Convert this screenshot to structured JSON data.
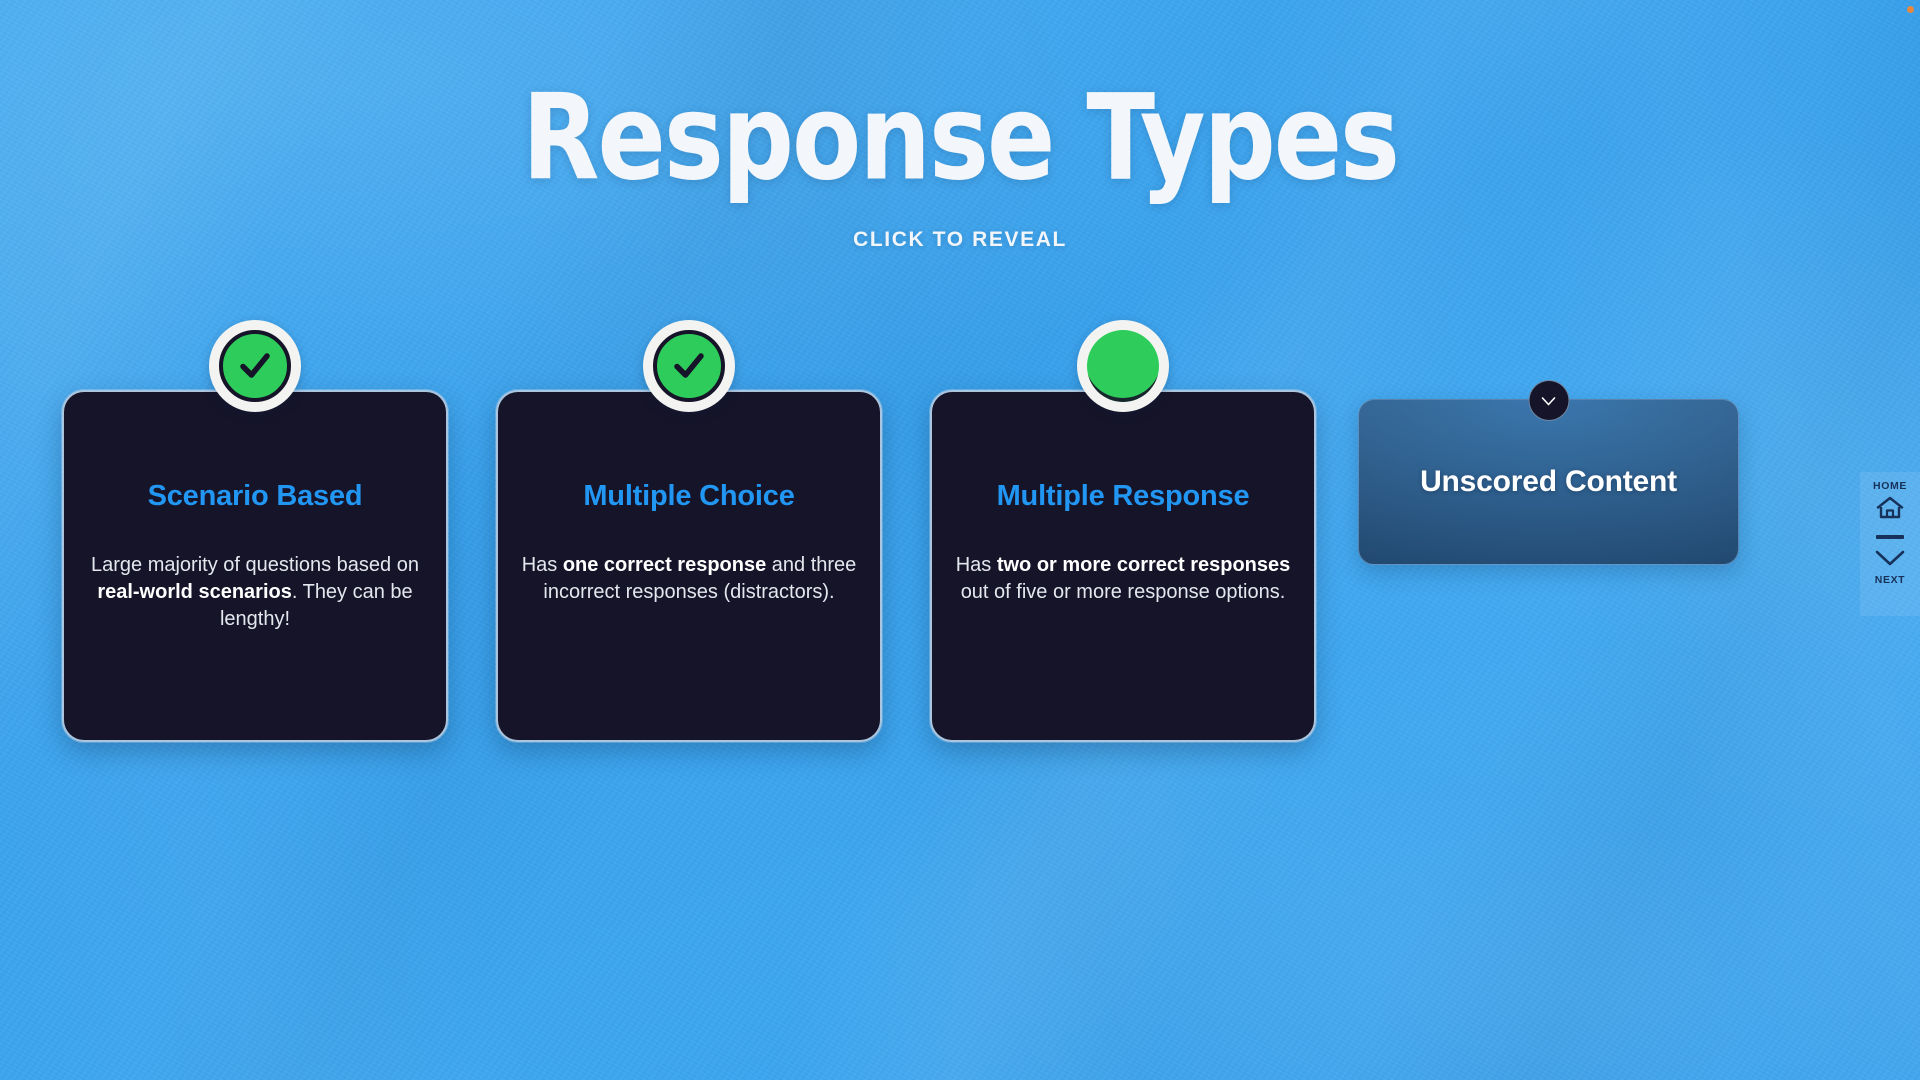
{
  "header": {
    "title": "Response Types",
    "subtitle": "CLICK TO REVEAL"
  },
  "colors": {
    "background": "#3BA5F0",
    "card_background": "#161428",
    "card_title": "#2196F3",
    "card_body": "#E3E7EE",
    "badge_green": "#2ECC5B",
    "badge_ring": "#F3F4F2",
    "unrevealed_card": "#2A5C8C",
    "nav_text": "#17315A",
    "corner_marker": "#E8883C"
  },
  "cards": [
    {
      "id": "scenario-based",
      "title": "Scenario Based",
      "state": "revealed",
      "badge_icon": "check-circle-icon",
      "body_segments": [
        {
          "text": "Large majority of questions based on ",
          "bold": false
        },
        {
          "text": "real-world scenarios",
          "bold": true
        },
        {
          "text": ". They can be lengthy!",
          "bold": false
        }
      ],
      "body_plain": "Large majority of questions based on real-world scenarios. They can be lengthy!"
    },
    {
      "id": "multiple-choice",
      "title": "Multiple Choice",
      "state": "revealed",
      "badge_icon": "check-circle-icon",
      "body_segments": [
        {
          "text": "Has ",
          "bold": false
        },
        {
          "text": "one correct response",
          "bold": true
        },
        {
          "text": " and three incorrect responses (distractors).",
          "bold": false
        }
      ],
      "body_plain": "Has one correct response and three incorrect responses (distractors)."
    },
    {
      "id": "multiple-response",
      "title": "Multiple Response",
      "state": "revealed",
      "badge_icon": "check-circle-pending-icon",
      "body_segments": [
        {
          "text": "Has ",
          "bold": false
        },
        {
          "text": "two or more correct responses",
          "bold": true
        },
        {
          "text": " out of five or more response options.",
          "bold": false
        }
      ],
      "body_plain": "Has two or more correct responses out of five or more response options."
    }
  ],
  "unrevealed_card": {
    "id": "unscored-content",
    "title": "Unscored Content",
    "state": "collapsed",
    "badge_icon": "chevron-down-icon"
  },
  "nav": {
    "home_label": "HOME",
    "home_icon": "home-icon",
    "next_label": "NEXT",
    "next_icon": "chevron-down-icon",
    "divider_icon": "divider-line"
  }
}
